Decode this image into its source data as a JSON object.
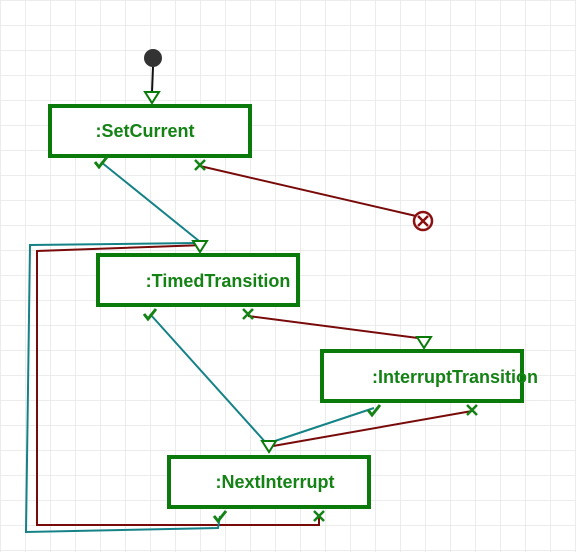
{
  "nodes": {
    "set_current": {
      "label": ":SetCurrent"
    },
    "timed_transition": {
      "label": ":TimedTransition"
    },
    "interrupt_transition": {
      "label": ":InterruptTransition"
    },
    "next_interrupt": {
      "label": ":NextInterrupt"
    }
  },
  "colors": {
    "grid": "#e6e6e6",
    "node_border": "#0a7a0a",
    "node_text": "#148214",
    "success_edge": "#148287",
    "failure_edge": "#780a0a",
    "start_dot": "#333333",
    "end_marker": "#8b1010"
  },
  "icons": {
    "success": "check-mark-icon",
    "failure": "x-mark-icon",
    "input": "triangle-input-icon",
    "start": "start-dot-icon",
    "end": "end-circle-x-icon"
  }
}
